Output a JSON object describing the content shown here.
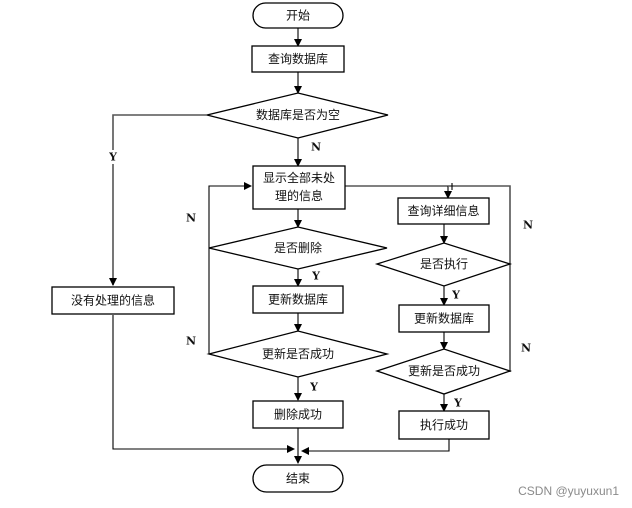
{
  "diagram": {
    "type": "flowchart",
    "nodes": {
      "start": "开始",
      "query_db": "查询数据库",
      "db_empty": "数据库是否为空",
      "no_info": "没有处理的信息",
      "show_all_line1": "显示全部未处",
      "show_all_line2": "理的信息",
      "is_delete": "是否删除",
      "update_db_left": "更新数据库",
      "update_ok_left": "更新是否成功",
      "delete_ok": "删除成功",
      "query_detail": "查询详细信息",
      "is_execute": "是否执行",
      "update_db_right": "更新数据库",
      "update_ok_right": "更新是否成功",
      "execute_ok": "执行成功",
      "end": "结束"
    },
    "edge_labels": {
      "db_empty_yes": "Y",
      "db_empty_no": "N",
      "is_delete_yes": "Y",
      "is_delete_no": "N",
      "update_ok_left_yes": "Y",
      "update_ok_left_no": "N",
      "is_execute_yes": "Y",
      "is_execute_no": "N",
      "update_ok_right_yes": "Y",
      "update_ok_right_no": "N"
    }
  },
  "watermark": "CSDN @yuyuxun1"
}
